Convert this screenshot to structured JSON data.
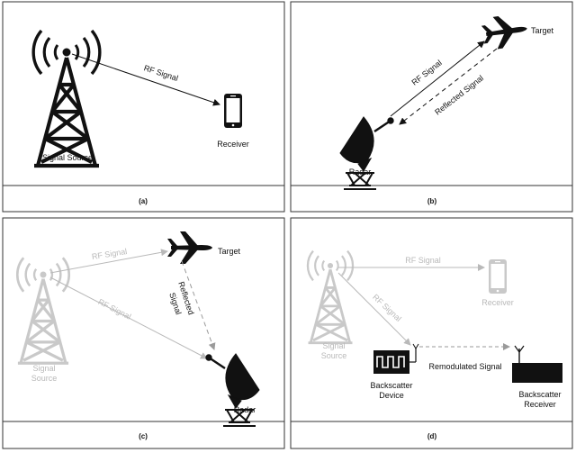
{
  "colors": {
    "ink": "#111111",
    "faint": "#b9b9b9",
    "frame": "#333333"
  },
  "panel_a": {
    "caption": "(a)",
    "tower_label": "Signal Source",
    "receiver_label": "Receiver",
    "link_label": "RF Signal",
    "icons": [
      "radio-tower-icon",
      "smartphone-icon"
    ]
  },
  "panel_b": {
    "caption": "(b)",
    "target_label": "Target",
    "radar_label": "Radar",
    "tx_label": "RF Signal",
    "rx_label": "Reflected Signal",
    "icons": [
      "airplane-icon",
      "radar-dish-icon"
    ]
  },
  "panel_c": {
    "caption": "(c)",
    "target_label": "Target",
    "radar_label": "Radar",
    "source_label_line1": "Signal",
    "source_label_line2": "Source",
    "link_to_target": "RF Signal",
    "link_to_radar": "RF Signal",
    "reflect_line1": "Reflected",
    "reflect_line2": "Signal",
    "icons": [
      "radio-tower-icon",
      "airplane-icon",
      "radar-dish-icon"
    ]
  },
  "panel_d": {
    "caption": "(d)",
    "source_label_line1": "Signal",
    "source_label_line2": "Source",
    "receiver_label": "Receiver",
    "link_to_receiver": "RF Signal",
    "link_to_device": "RF Signal",
    "device_line1": "Backscatter",
    "device_line2": "Device",
    "remod_label": "Remodulated Signal",
    "bs_receiver_line1": "Backscatter",
    "bs_receiver_line2": "Receiver",
    "icons": [
      "radio-tower-icon",
      "smartphone-icon",
      "backscatter-device-icon",
      "backscatter-receiver-icon"
    ]
  }
}
